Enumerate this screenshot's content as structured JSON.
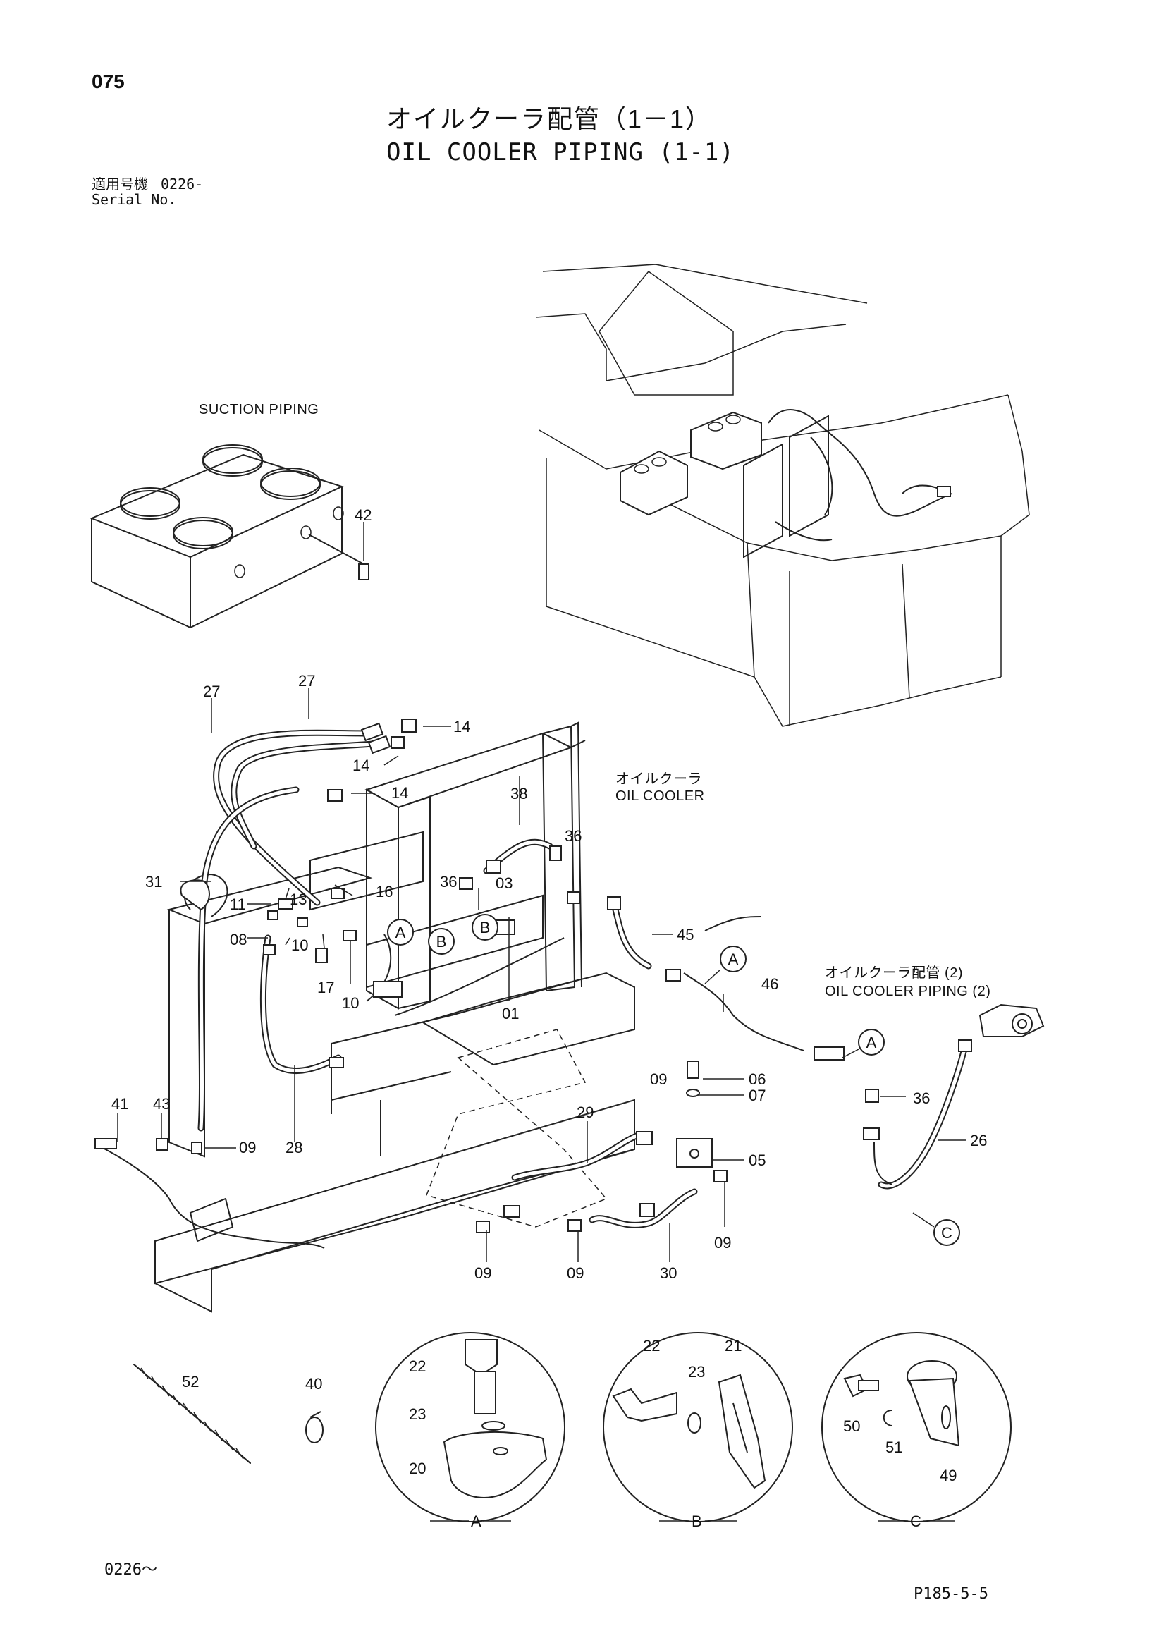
{
  "header": {
    "page_number": "075",
    "title_jp": "オイルクーラ配管（1－1）",
    "title_en": "OIL COOLER PIPING (1-1)",
    "serial_label_jp": "適用号機",
    "serial_value": "0226-",
    "serial_label_en": "Serial No."
  },
  "captions": {
    "suction": "SUCTION PIPING",
    "oil_cooler_jp": "オイルクーラ",
    "oil_cooler_en": "OIL COOLER",
    "piping2_jp": "オイルクーラ配管 (2)",
    "piping2_en": "OIL COOLER PIPING (2)"
  },
  "callouts": [
    "A",
    "B",
    "C"
  ],
  "part_numbers": {
    "p42": "42",
    "p27a": "27",
    "p27b": "27",
    "p14a": "14",
    "p14b": "14",
    "p14c": "14",
    "p38": "38",
    "p36a": "36",
    "p36b": "36",
    "p36c": "36",
    "p31": "31",
    "p11": "11",
    "p13": "13",
    "p16": "16",
    "p03": "03",
    "p08": "08",
    "p10a": "10",
    "p10b": "10",
    "p17": "17",
    "p01": "01",
    "p45": "45",
    "p46": "46",
    "p41": "41",
    "p43": "43",
    "p09a": "09",
    "p09b": "09",
    "p09c": "09",
    "p09d": "09",
    "p09e": "09",
    "p28": "28",
    "p29": "29",
    "p06": "06",
    "p07": "07",
    "p05": "05",
    "p26": "26",
    "p30": "30",
    "p22a": "22",
    "p23a": "23",
    "p20": "20",
    "p22b": "22",
    "p23b": "23",
    "p21": "21",
    "p50": "50",
    "p51": "51",
    "p49": "49",
    "p52": "52",
    "p40": "40"
  },
  "detail_labels": {
    "a": "A",
    "b": "B",
    "c": "C"
  },
  "footer": {
    "serial_range": "0226～",
    "page_code": "P185-5-5"
  }
}
